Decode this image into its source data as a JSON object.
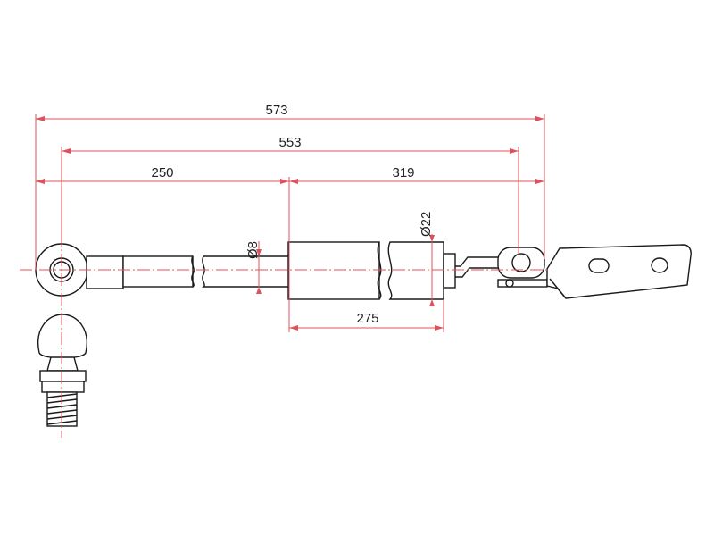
{
  "dimensions": {
    "overall_length": "573",
    "center_length": "553",
    "rod_length": "250",
    "tube_to_mount": "319",
    "rod_diameter": "Ø8",
    "tube_diameter": "Ø22",
    "tube_length": "275"
  },
  "colors": {
    "dimension_lines": "#e0505a",
    "part_outline": "#1a1a1a",
    "text": "#222222",
    "background": "#ffffff"
  }
}
